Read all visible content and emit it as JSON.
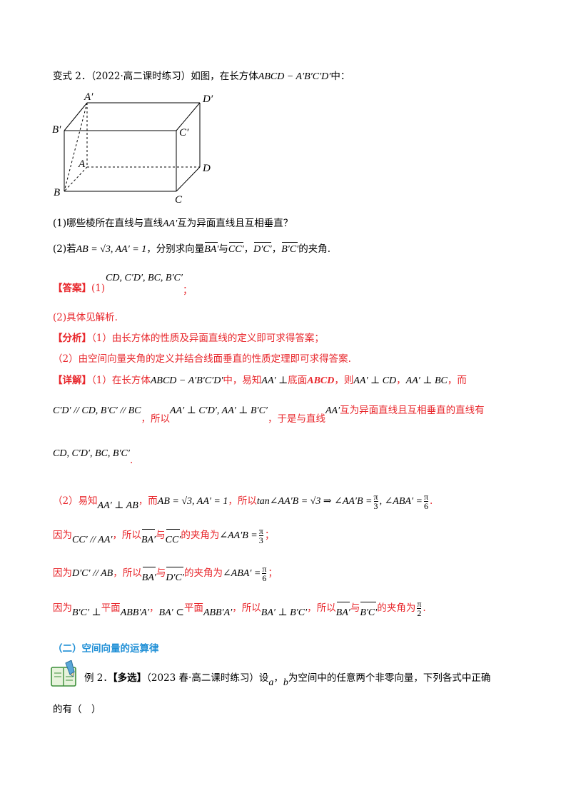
{
  "variant": {
    "label": "变式 2．",
    "source": "（2022·高二课时练习）如图，在长方体",
    "solid": "ABCD − A′B′C′D′",
    "tail": "中："
  },
  "figure": {
    "vertex_labels": [
      "A′",
      "D′",
      "B′",
      "C′",
      "A",
      "D",
      "B",
      "C"
    ]
  },
  "questions": {
    "q1_prefix": "(1)哪些棱所在直线与直线",
    "q1_line": "AA′",
    "q1_suffix": "互为异面直线且互相垂直？",
    "q2_prefix": "(2)若",
    "q2_given": "AB = √3, AA′ = 1",
    "q2_mid": "，分别求向量",
    "q2_vec1": "BA′",
    "q2_and": "与",
    "q2_vec2": "CC′",
    "q2_comma1": "，",
    "q2_vec3": "D′C′",
    "q2_comma2": "，",
    "q2_vec4": "B′C′",
    "q2_suffix": "的夹角."
  },
  "answer": {
    "label": "【答案】",
    "part1_prefix": "(1)",
    "part1_math": "CD, C′D′, BC, B′C′",
    "part1_end": "；",
    "part2": "(2)具体见解析."
  },
  "analysis": {
    "label": "【分析】",
    "line1": "（1）由长方体的性质及异面直线的定义即可求得答案；",
    "line2": "（2）由空间向量夹角的定义并结合线面垂直的性质定理即可求得答案."
  },
  "detail": {
    "label": "【详解】",
    "l1_a": "（1）在长方体",
    "l1_solid": "ABCD − A′B′C′D′",
    "l1_b": "中，易知",
    "l1_c": "AA′ ⊥",
    "l1_d": "底面",
    "l1_e": "ABCD",
    "l1_f": "，则",
    "l1_g": "AA′ ⊥ CD",
    "l1_h": "，",
    "l1_i": "AA′ ⊥ BC",
    "l1_j": "，而",
    "l2_a": "C′D′ // CD, B′C′ // BC",
    "l2_b": "，所以",
    "l2_c": "AA′ ⊥ C′D′, AA′ ⊥ B′C′",
    "l2_d": "，于是与直线",
    "l2_e": "AA′",
    "l2_f": "互为异面直线且互相垂直的直线有",
    "l3_a": "CD, C′D′, BC, B′C′",
    "l3_b": ".",
    "l4_a": "（2）易知",
    "l4_b": "AA′ ⊥ AB",
    "l4_c": "，而",
    "l4_d": "AB = √3, AA′ = 1",
    "l4_e": "，所以",
    "l4_f": "tan∠AA′B = √3 ⇒ ∠AA′B =",
    "l4_g": ", ∠ABA′ =",
    "pi": "π",
    "den3": "3",
    "den6": "6",
    "den2": "2",
    "l5_a": "因为",
    "l5_b": "CC′ // AA′",
    "l5_c": "，所以",
    "l5_d": "BA′",
    "l5_e": "与",
    "l5_f": "CC′",
    "l5_g": "的夹角为",
    "l5_h": "∠AA′B =",
    "l5_i": "；",
    "l6_a": "因为",
    "l6_b": "D′C′ // AB",
    "l6_c": "，所以",
    "l6_d": "BA′",
    "l6_e": "与",
    "l6_f": "D′C′",
    "l6_g": "的夹角为",
    "l6_h": "∠ABA′ =",
    "l6_i": "；",
    "l7_a": "因为",
    "l7_b": "B′C′ ⊥",
    "l7_c": "平面",
    "l7_d": "ABB′A′",
    "l7_e": "，",
    "l7_f": "BA′ ⊂",
    "l7_g": "平面",
    "l7_h": "ABB′A′",
    "l7_i": "，所以",
    "l7_j": "BA′ ⊥ B′C′",
    "l7_k": "，所以",
    "l7_l": "BA′",
    "l7_m": "与",
    "l7_n": "B′C′",
    "l7_o": "的夹角为",
    "l7_p": "."
  },
  "section": {
    "title": "（二）空间向量的运算律"
  },
  "example": {
    "icon": "book-pencil-icon",
    "label": "例 2．",
    "tag": "【多选】",
    "source": "（2023 春·高二课时练习）设",
    "var_a": "a",
    "comma": "，",
    "var_b": "b",
    "text": "为空间中的任意两个非零向量，下列各式中正确",
    "line2": "的有（　）"
  },
  "colors": {
    "answer_red": "#e8262b",
    "section_blue": "#1f8fd6",
    "text": "#000000"
  }
}
